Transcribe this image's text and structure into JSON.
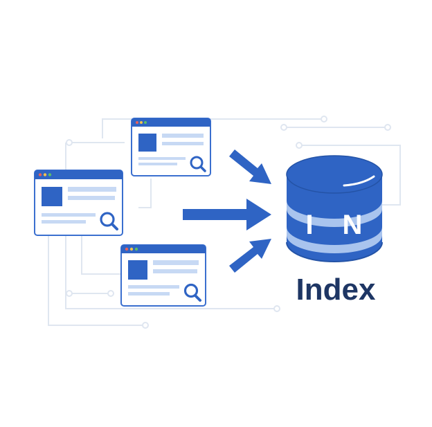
{
  "index_label": "Index",
  "database_letters": [
    "I",
    "N"
  ],
  "colors": {
    "primary_blue": "#2f64c4",
    "dark_blue": "#2453a6",
    "light_blue": "#c7d9f4",
    "band_blue": "#a9c4ee",
    "circuit_line": "#dfe6f0",
    "text_navy": "#1e3664",
    "window_border": "#3a6fcf",
    "dot_red": "#e8605a",
    "dot_yellow": "#f2c14e",
    "dot_green": "#5bbf68"
  },
  "icons": {
    "web_page_top": "web-page-icon",
    "web_page_left": "web-page-icon",
    "web_page_bottom": "web-page-icon",
    "magnifier": "magnifying-glass-icon",
    "database": "database-cylinder-icon",
    "arrow": "arrow-right-icon"
  }
}
